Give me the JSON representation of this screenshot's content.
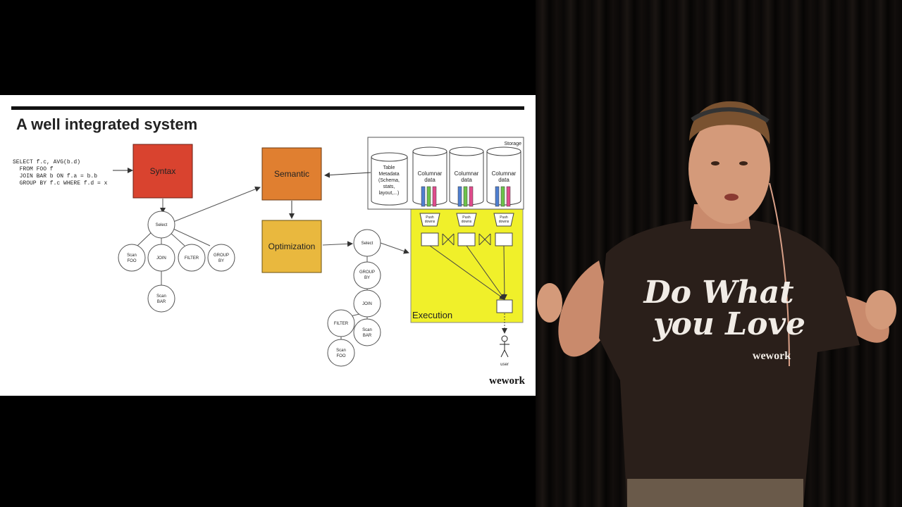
{
  "slide": {
    "title": "A well integrated system",
    "sql": [
      "SELECT f.c, AVG(b.d)",
      "  FROM FOO f",
      "  JOIN BAR b ON f.a = b.b",
      "  GROUP BY f.c WHERE f.d = x"
    ],
    "boxes": {
      "syntax": "Syntax",
      "semantic": "Semantic",
      "optimization": "Optimization",
      "execution": "Execution",
      "storage": "Storage"
    },
    "tree1": {
      "select": "Select",
      "scan_foo": [
        "Scan",
        "FOO"
      ],
      "join": "JOIN",
      "filter": "FILTER",
      "group_by": [
        "GROUP",
        "BY"
      ],
      "scan_bar": [
        "Scan",
        "BAR"
      ]
    },
    "tree2": {
      "select": "Select",
      "group_by": [
        "GROUP",
        "BY"
      ],
      "join": "JOIN",
      "filter": "FILTER",
      "scan_bar": [
        "Scan",
        "BAR"
      ],
      "scan_foo": [
        "Scan",
        "FOO"
      ]
    },
    "table_metadata": [
      "Table",
      "Metadata",
      "(Schema,",
      "stats,",
      "layout,...)"
    ],
    "columnar": [
      "Columnar",
      "data"
    ],
    "push_down": [
      "Push",
      "downs"
    ],
    "user": "user",
    "logo": "wework",
    "colors": {
      "syntax": "#d9432f",
      "semantic": "#e07f30",
      "optimization": "#e9b83e",
      "execution": "#f0f02a",
      "col_blue": "#4f7fd0",
      "col_green": "#6cc24a",
      "col_pink": "#e04c8c"
    }
  },
  "speaker": {
    "shirt_text": [
      "Do What",
      "you Love"
    ],
    "shirt_logo": "wework"
  }
}
